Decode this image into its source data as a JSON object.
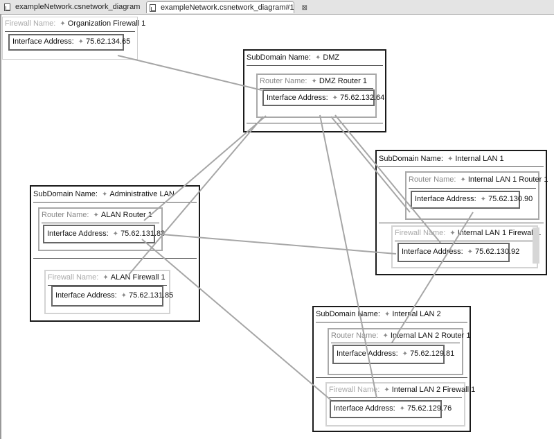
{
  "tabs": [
    {
      "label": "exampleNetwork.csnetwork_diagram",
      "active": false
    },
    {
      "label": "exampleNetwork.csnetwork_diagram#1",
      "active": true,
      "close": "⊠"
    }
  ],
  "labels": {
    "firewall_name": "Firewall Name:",
    "router_name": "Router Name:",
    "subdomain_name": "SubDomain Name:",
    "interface_address": "Interface Address:"
  },
  "icons": {
    "property": "star-diamond-icon",
    "file": "diagram-file-icon"
  },
  "nodes": {
    "org_firewall": {
      "name": "Organization Firewall 1",
      "address": "75.62.134.65"
    },
    "dmz": {
      "name": "DMZ",
      "router": {
        "name": "DMZ Router 1",
        "address": "75.62.132.64"
      }
    },
    "internal1": {
      "name": "Internal LAN 1",
      "router": {
        "name": "Internal LAN 1 Router 1",
        "address": "75.62.130.90"
      },
      "firewall": {
        "name": "Internal LAN 1 Firewall 1",
        "address": "75.62.130.92"
      }
    },
    "admin": {
      "name": "Administrative LAN",
      "router": {
        "name": "ALAN Router 1",
        "address": "75.62.131.83"
      },
      "firewall": {
        "name": "ALAN Firewall 1",
        "address": "75.62.131.85"
      }
    },
    "internal2": {
      "name": "Internal LAN 2",
      "router": {
        "name": "Internal LAN 2 Router 1",
        "address": "75.62.129.81"
      },
      "firewall": {
        "name": "Internal LAN 2 Firewall 1",
        "address": "75.62.129.76"
      }
    }
  },
  "colors": {
    "link": "#a6a6a6",
    "domain_border": "#1a1a1a",
    "node_border": "#a8a8a8"
  }
}
